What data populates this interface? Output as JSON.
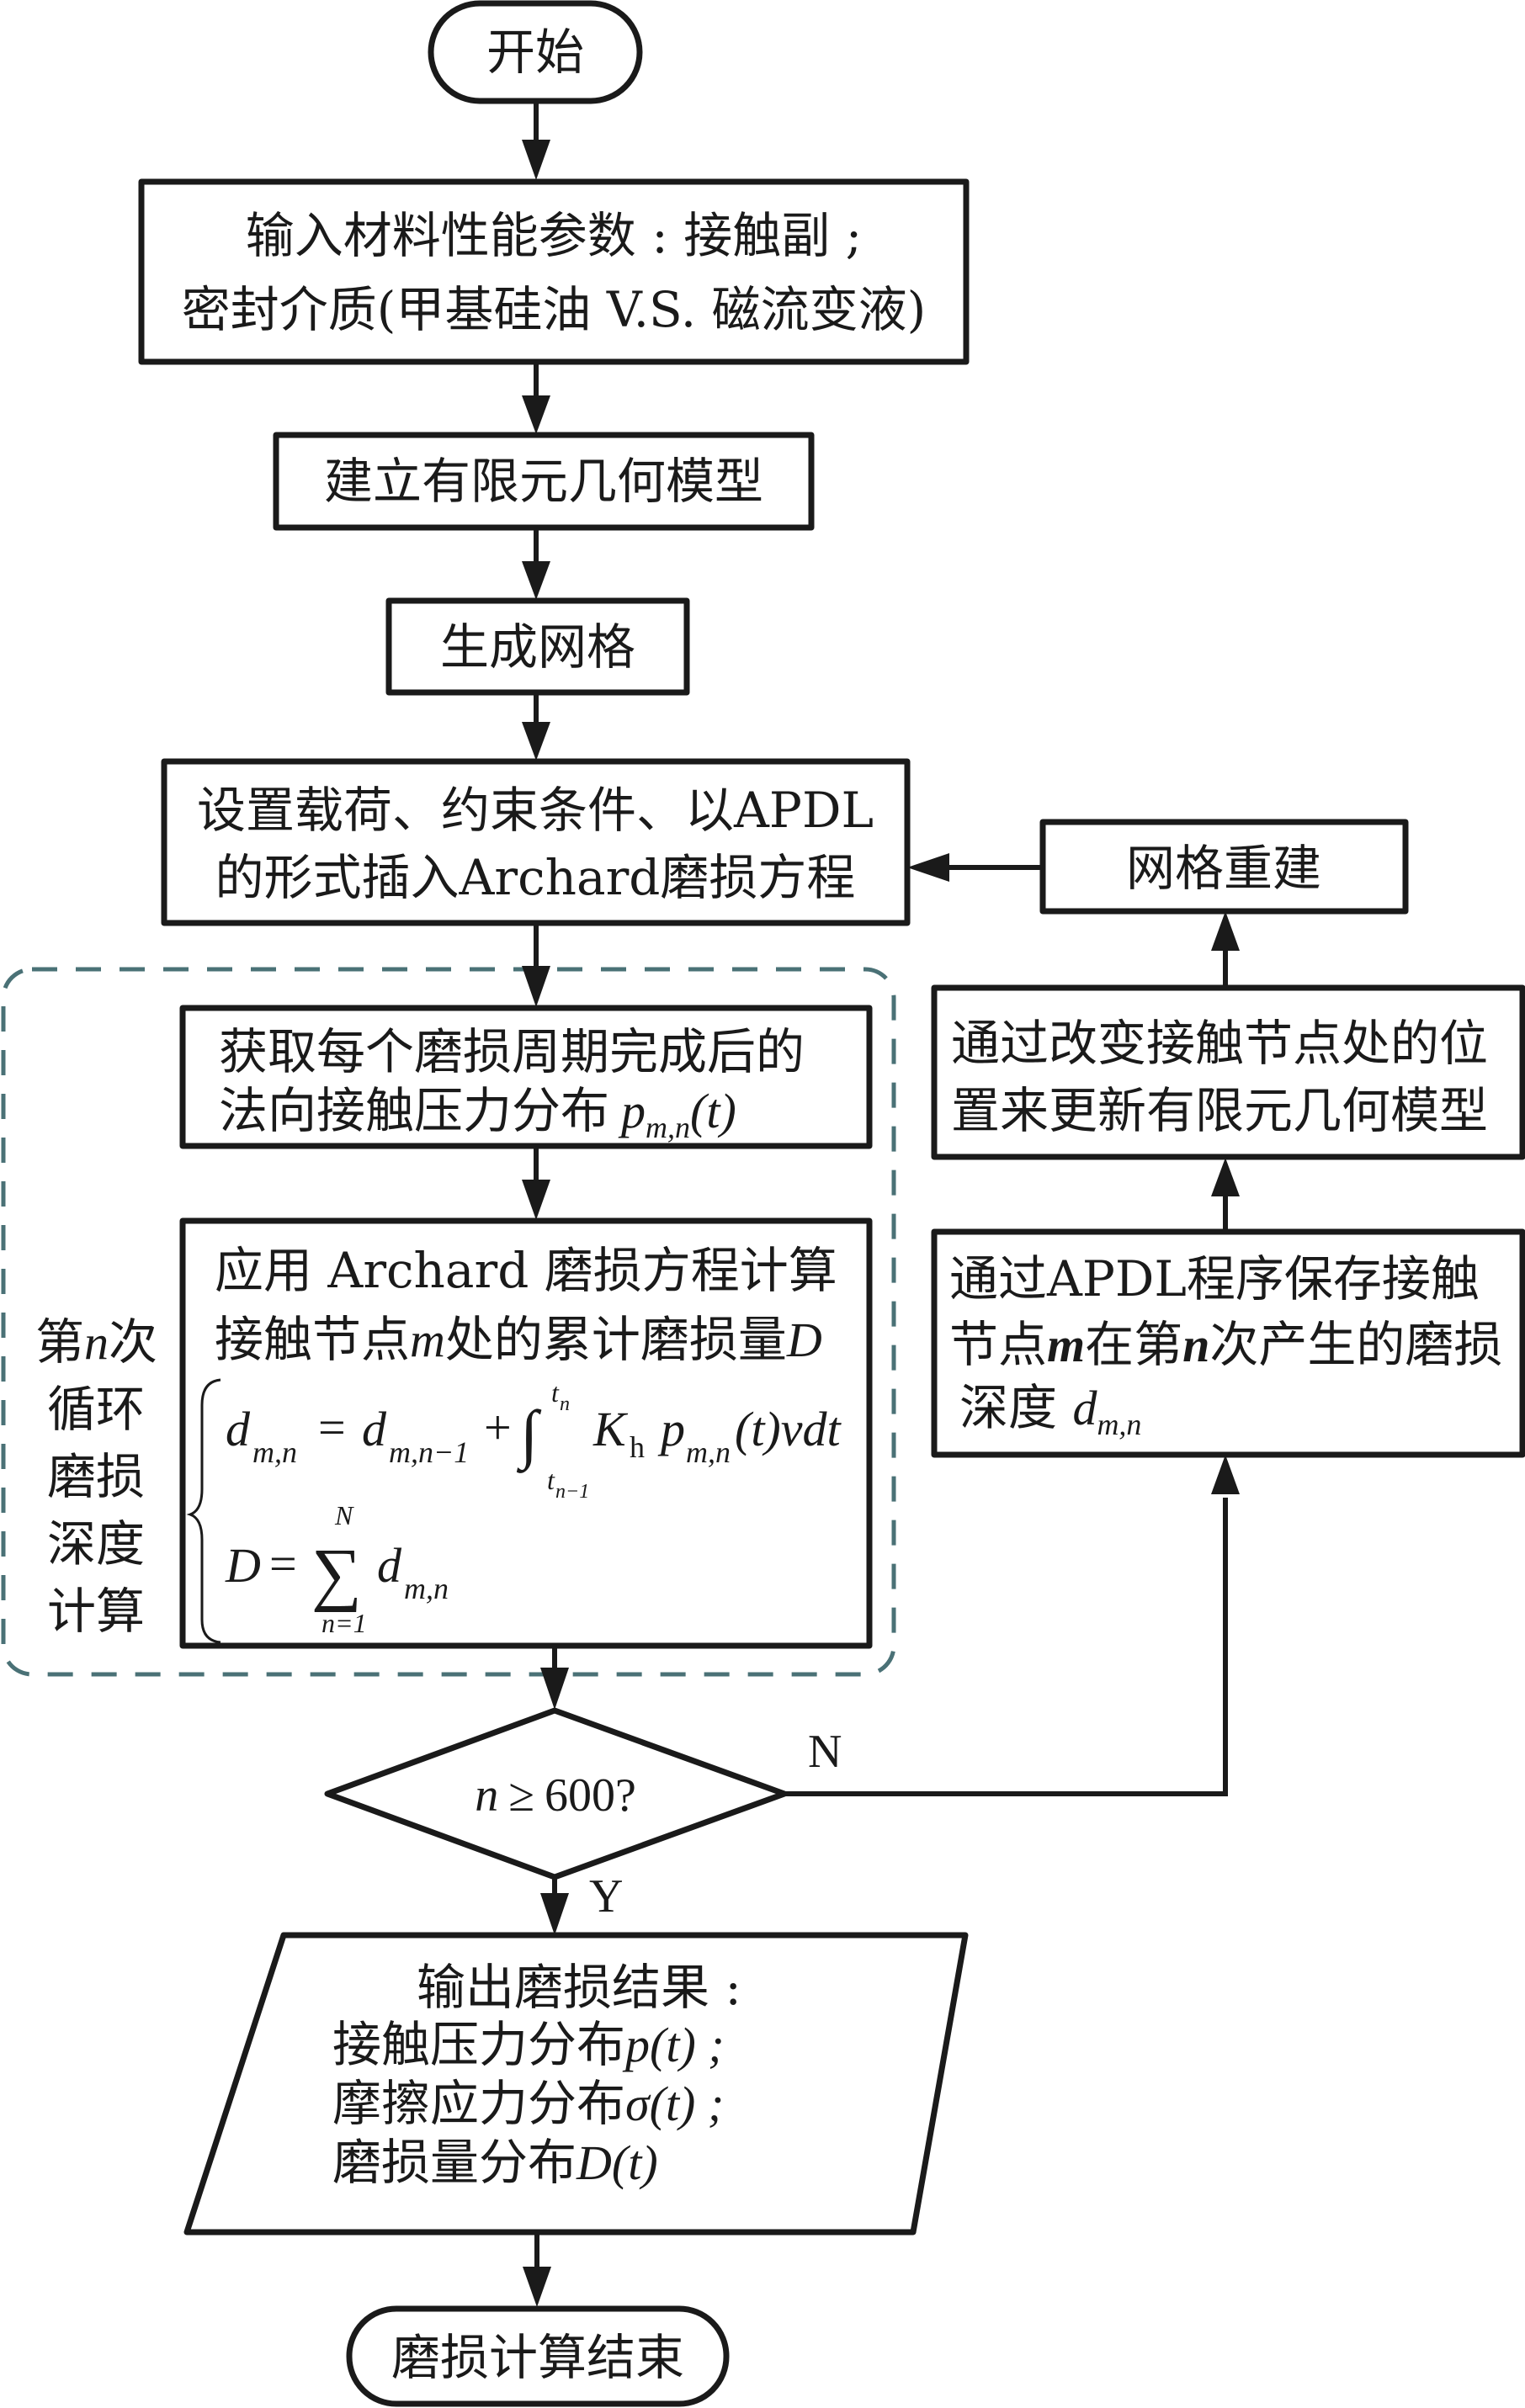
{
  "start": {
    "label": "开始"
  },
  "input_params": {
    "line1": "输入材料性能参数 : 接触副 ;",
    "line2": "密封介质(甲基硅油 V.S. 磁流变液)"
  },
  "build_model": {
    "label": "建立有限元几何模型"
  },
  "mesh": {
    "label": "生成网格"
  },
  "setup": {
    "line1": "设置载荷、约束条件、以APDL",
    "line2": "的形式插入Archard磨损方程"
  },
  "remesh": {
    "label": "网格重建"
  },
  "loop_group": {
    "label_lines": [
      "第",
      "n",
      "次",
      "循环",
      "磨损",
      "深度",
      "计算"
    ]
  },
  "pressure": {
    "line1": "获取每个磨损周期完成后的",
    "line2_text": "法向接触压力分布",
    "line2_math": "p",
    "line2_sub": "m,n",
    "line2_tail": "(t)"
  },
  "archard": {
    "line1": "应用 Archard 磨损方程计算",
    "line2_a": "接触节点",
    "line2_m": "m",
    "line2_b": "处的累计磨损量",
    "line2_D": "D",
    "eq1": {
      "lhs": "d",
      "lhs_sub": "m,n",
      "eq": "=",
      "rhs1": "d",
      "rhs1_sub": "m,n−1",
      "plus": "+",
      "integral": "∫",
      "upper": "t",
      "upper_sub": "n",
      "lower": "t",
      "lower_sub": "n−1",
      "K": "K",
      "K_sub": "h",
      "p": "p",
      "p_sub": "m,n",
      "tail": "(t)vd",
      "t": "t"
    },
    "eq2": {
      "lhs": "D",
      "eq": "=",
      "sigma": "∑",
      "upper": "N",
      "lower": "n=1",
      "d": "d",
      "d_sub": "m,n"
    }
  },
  "update_geometry": {
    "line1": "通过改变接触节点处的位",
    "line2": "置来更新有限元几何模型"
  },
  "save_depth": {
    "line1": "通过APDL程序保存接触",
    "line2_a": "节点",
    "line2_m": "m",
    "line2_b": "在第",
    "line2_n": "n",
    "line2_c": "次产生的磨损",
    "line3_a": "深度 ",
    "line3_d": "d",
    "line3_sub": "m,n"
  },
  "decision": {
    "var": "n",
    "op": "≥",
    "value": "600?",
    "no_label": "N",
    "yes_label": "Y"
  },
  "output": {
    "title": "输出磨损结果 :",
    "line1_text": "接触压力分布",
    "line1_math": "p",
    "line1_tail": "(t) ;",
    "line2_text": "摩擦应力分布",
    "line2_math": "σ",
    "line2_tail": "(t) ;",
    "line3_text": "磨损量分布",
    "line3_math": "D",
    "line3_tail": "(t)"
  },
  "end": {
    "label": "磨损计算结束"
  },
  "colors": {
    "stroke": "#1a1a1a",
    "dash": "#4a7176",
    "background": "#ffffff"
  }
}
